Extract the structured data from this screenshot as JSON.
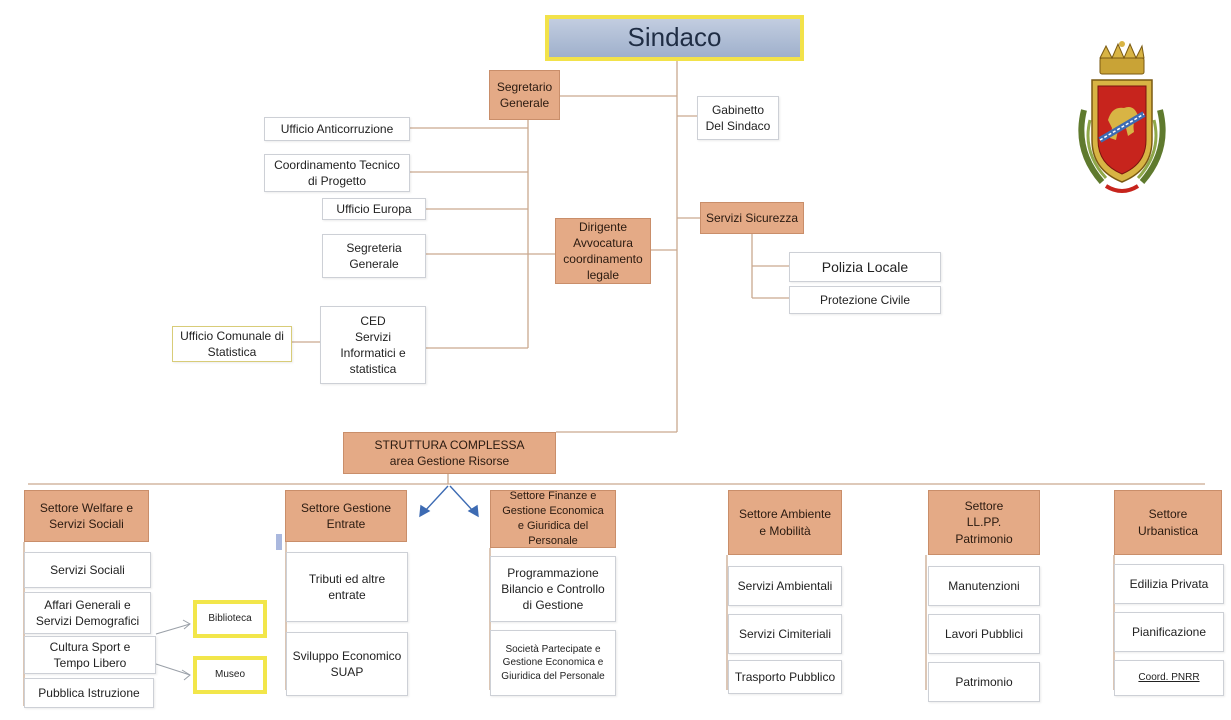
{
  "title": "Sindaco",
  "top": {
    "segretario": "Segretario\nGenerale",
    "gabinetto": "Gabinetto\nDel Sindaco",
    "servizi_sicurezza": "Servizi Sicurezza",
    "dirigente": "Dirigente\nAvvocatura\ncoordinamento\nlegale",
    "polizia": "Polizia Locale",
    "protezione": "Protezione Civile"
  },
  "left_column": {
    "anticorruzione": "Ufficio Anticorruzione",
    "coordinamento": "Coordinamento Tecnico\ndi Progetto",
    "europa": "Ufficio Europa",
    "segreteria": "Segreteria\nGenerale",
    "ced": "CED\nServizi\nInformatici e\nstatistica",
    "statistica": "Ufficio Comunale di\nStatistica"
  },
  "struttura": "STRUTTURA COMPLESSA\narea Gestione Risorse",
  "settori": {
    "welfare": {
      "head": "Settore Welfare e\nServizi Sociali",
      "items": [
        "Servizi Sociali",
        "Affari Generali e\nServizi Demografici",
        "Cultura Sport e\nTempo Libero",
        "Pubblica Istruzione"
      ],
      "extra": [
        "Biblioteca",
        "Museo"
      ]
    },
    "entrate": {
      "head": "Settore Gestione\nEntrate",
      "items": [
        "Tributi ed altre\nentrate",
        "Sviluppo Economico\nSUAP"
      ]
    },
    "finanze": {
      "head": "Settore Finanze e\nGestione Economica\ne Giuridica del Personale",
      "items": [
        "Programmazione\nBilancio e Controllo\ndi Gestione",
        "Società Partecipate e\nGestione Economica e\nGiuridica del Personale"
      ]
    },
    "ambiente": {
      "head": "Settore Ambiente\ne Mobilità",
      "items": [
        "Servizi  Ambientali",
        "Servizi   Cimiteriali",
        "Trasporto Pubblico"
      ]
    },
    "llpp": {
      "head": "Settore\nLL.PP.\nPatrimonio",
      "items": [
        "Manutenzioni",
        "Lavori Pubblici",
        "Patrimonio"
      ]
    },
    "urbanistica": {
      "head": "Settore\nUrbanistica",
      "items": [
        "Edilizia Privata",
        "Pianificazione",
        "Coord. PNRR"
      ]
    }
  },
  "colors": {
    "tan": "#e4aa86",
    "line": "#c9a98f",
    "arrow": "#3d6bb3",
    "highlight": "#f2e64a"
  },
  "icons": [
    "coat-of-arms-icon"
  ]
}
